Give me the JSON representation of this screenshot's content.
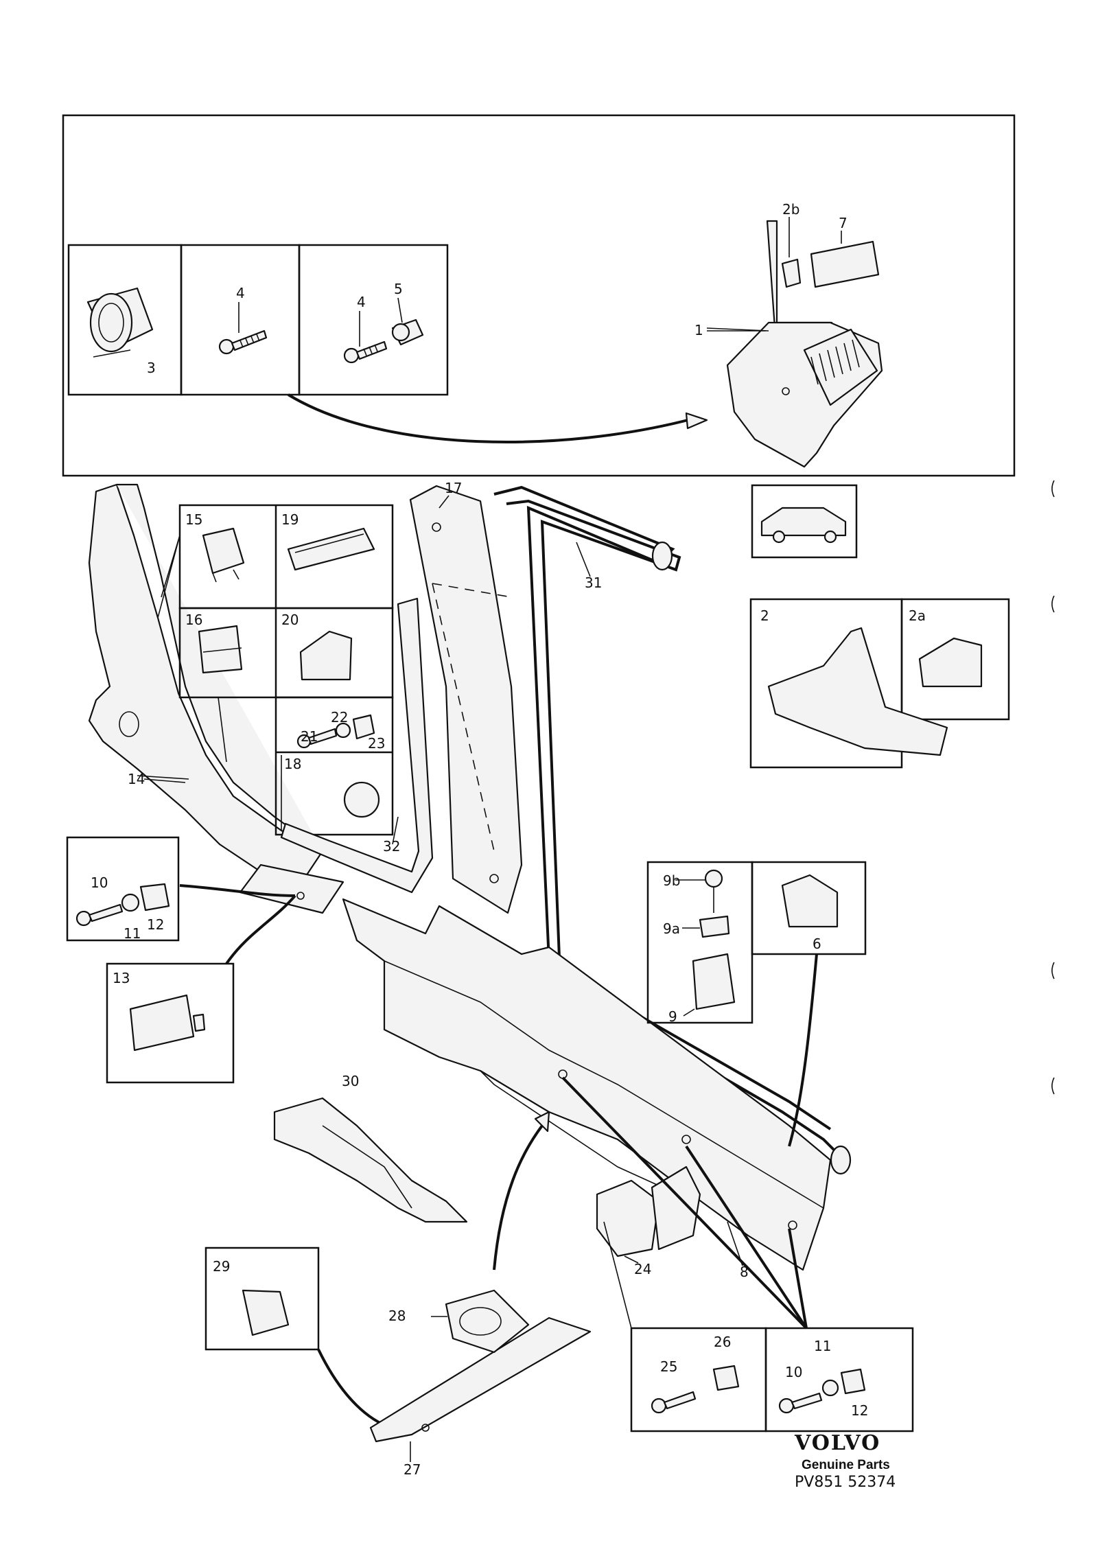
{
  "part_numbers": {
    "p1": "1",
    "p2": "2",
    "p2a": "2a",
    "p2b": "2b",
    "p3": "3",
    "p4a": "4",
    "p4b": "4",
    "p5": "5",
    "p6": "6",
    "p7": "7",
    "p8": "8",
    "p9": "9",
    "p9a": "9a",
    "p9b": "9b",
    "p10a": "10",
    "p10b": "10",
    "p11a": "11",
    "p11b": "11",
    "p12a": "12",
    "p12b": "12",
    "p13": "13",
    "p14": "14",
    "p15": "15",
    "p16": "16",
    "p17": "17",
    "p18": "18",
    "p19": "19",
    "p20": "20",
    "p21": "21",
    "p22": "22",
    "p23": "23",
    "p24": "24",
    "p25": "25",
    "p26": "26",
    "p27": "27",
    "p28": "28",
    "p29": "29",
    "p30": "30",
    "p31": "31",
    "p32": "32"
  },
  "brand": {
    "name": "VOLVO",
    "subtitle": "Genuine Parts",
    "code": "PV851 52374"
  }
}
